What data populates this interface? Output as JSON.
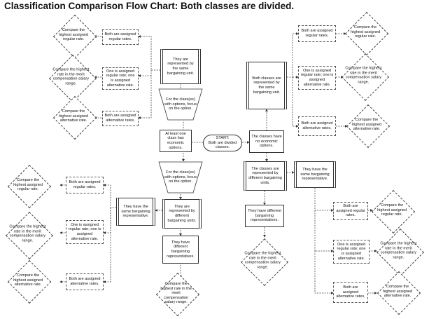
{
  "title": "Classification Comparison Flow Chart:  Both classes are divided.",
  "start": "START:\nBoth are divided classes.",
  "left": {
    "one_or_more_econ": "At least one class has economic options.",
    "same_unit_proc": "They are represented by the same bargaining unit.",
    "options_trap_top": "For the class(es) with options, focus on the option.",
    "both_regular": "Both are assigned regular rates.",
    "cmp_highest_regular": "Compare the highest assigned regular rate.",
    "one_regular_one_alt": "One is assigned regular rate; one is assigned alternative rate.",
    "cmp_highest_merit": "Compare the highest rate in the merit compensation salary range.",
    "both_alt": "Both are assigned alternative rates.",
    "cmp_highest_alt": "Compare the highest assigned alternative rate.",
    "options_trap_bottom": "For the class(es) with options, focus on the option.",
    "diff_units_proc": "They are represented by different bargaining units.",
    "same_unit_proc2": "They have the same bargaining representative.",
    "diff_rep": "They have different bargaining representatives.",
    "cmp_merit_bottom": "Compare the highest rate in the merit compensation salary range.",
    "both_regular_2": "Both are assigned regular rates.",
    "cmp_highest_regular_2": "Compare the highest assigned regular rate.",
    "one_regular_one_alt_2": "One is assigned regular rate; one is assigned alternative rate.",
    "cmp_highest_merit_2": "Compare the highest rate in the merit compensation salary range.",
    "both_alt_2": "Both are assigned alternative rates.",
    "cmp_highest_alt_2": "Compare the highest assigned alternative rate."
  },
  "right": {
    "no_econ": "The classes have no economic options.",
    "same_unit_proc": "Both classes are represented by the same bargaining unit.",
    "both_regular": "Both are assigned regular rates.",
    "cmp_highest_regular": "Compare the highest assigned regular rate.",
    "one_regular_one_alt": "One is assigned regular rate; one is assigned alternative rate.",
    "cmp_highest_merit": "Compare the highest rate in the merit compensation salary range.",
    "both_alt": "Both are assigned alternative rates.",
    "cmp_highest_alt": "Compare the highest assigned alternative rate.",
    "diff_units_proc": "The classes are represented by different bargaining units.",
    "same_rep_proc": "They have the same bargaining representative.",
    "diff_rep": "They have different bargaining representatives.",
    "cmp_merit_mid": "Compare the highest rate in the merit compensation salary range.",
    "both_regular_2": "Both are assigned regular rates.",
    "cmp_highest_regular_2": "Compare the highest assigned regular rate.",
    "one_regular_one_alt_2": "One is assigned regular rate; one is assigned alternative rate.",
    "cmp_highest_merit_2": "Compare the highest rate in the merit compensation salary range.",
    "both_alt_2": "Both are assigned alternative rates.",
    "cmp_highest_alt_2": "Compare the highest assigned alternative rate."
  }
}
